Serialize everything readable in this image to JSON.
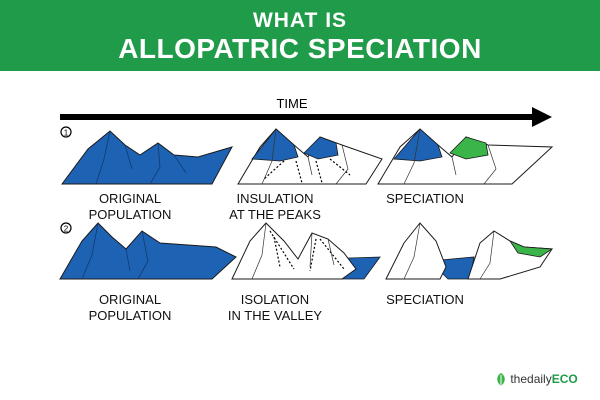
{
  "header": {
    "line1": "WHAT IS",
    "line2": "ALLOPATRIC SPECIATION"
  },
  "timeline": {
    "label": "TIME"
  },
  "rows": [
    {
      "marker": "1",
      "captions": [
        {
          "l1": "ORIGINAL",
          "l2": "POPULATION"
        },
        {
          "l1": "INSULATION",
          "l2": "AT THE PEAKS"
        },
        {
          "l1": "SPECIATION",
          "l2": ""
        }
      ]
    },
    {
      "marker": "2",
      "captions": [
        {
          "l1": "ORIGINAL",
          "l2": "POPULATION"
        },
        {
          "l1": "ISOLATION",
          "l2": "IN THE VALLEY"
        },
        {
          "l1": "SPECIATION",
          "l2": ""
        }
      ]
    }
  ],
  "brand": {
    "prefix": "thedaily",
    "suffix": "ECO"
  },
  "colors": {
    "header": "#1f9b49",
    "population": "#1e62b4",
    "new_species": "#3bb54a",
    "outline": "#222222"
  }
}
